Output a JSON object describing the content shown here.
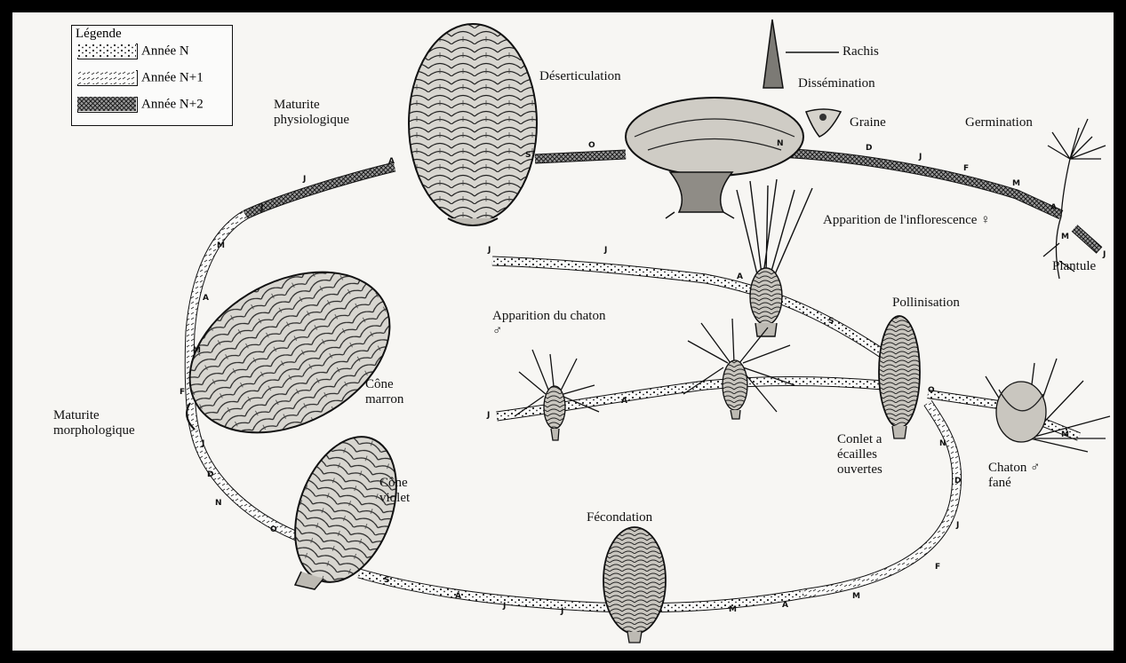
{
  "legend": {
    "title": "Légende",
    "items": [
      {
        "label": "Année N",
        "pattern": "dots"
      },
      {
        "label": "Année N+1",
        "pattern": "dashes"
      },
      {
        "label": "Année N+2",
        "pattern": "crosshatch"
      }
    ]
  },
  "labels": {
    "maturite_physio": "Maturite physiologique",
    "deserticulation": "Déserticulation",
    "rachis": "Rachis",
    "dissemination": "Dissémination",
    "graine": "Graine",
    "germination": "Germination",
    "plantule": "Plantule",
    "apparition_inflo": "Apparition de l'inflorescence ♀",
    "pollinisation": "Pollinisation",
    "apparition_chaton": "Apparition du chaton ♂",
    "cone_marron": "Cône marron",
    "maturite_morpho": "Maturite morphologique",
    "cone_violet": "Cône violet",
    "conlet": "Conlet a écailles ouvertes",
    "chaton_fane": "Chaton ♂ fané",
    "fecondation": "Fécondation"
  },
  "month_marks": {
    "top_left": [
      "J",
      "J",
      "A"
    ],
    "left_side": [
      "M",
      "A",
      "M",
      "F",
      "J",
      "D",
      "N",
      "O"
    ],
    "top_right": [
      "S",
      "O",
      "N",
      "D",
      "J",
      "F",
      "M",
      "A"
    ],
    "plantule": [
      "M",
      "J"
    ],
    "middle": [
      "J",
      "J",
      "A",
      "S"
    ],
    "chaton_branch": [
      "J",
      "A"
    ],
    "right_branch": [
      "O",
      "M",
      "N",
      "D",
      "J",
      "F"
    ],
    "bottom": [
      "S",
      "A",
      "J",
      "J",
      "M",
      "A",
      "M"
    ]
  }
}
